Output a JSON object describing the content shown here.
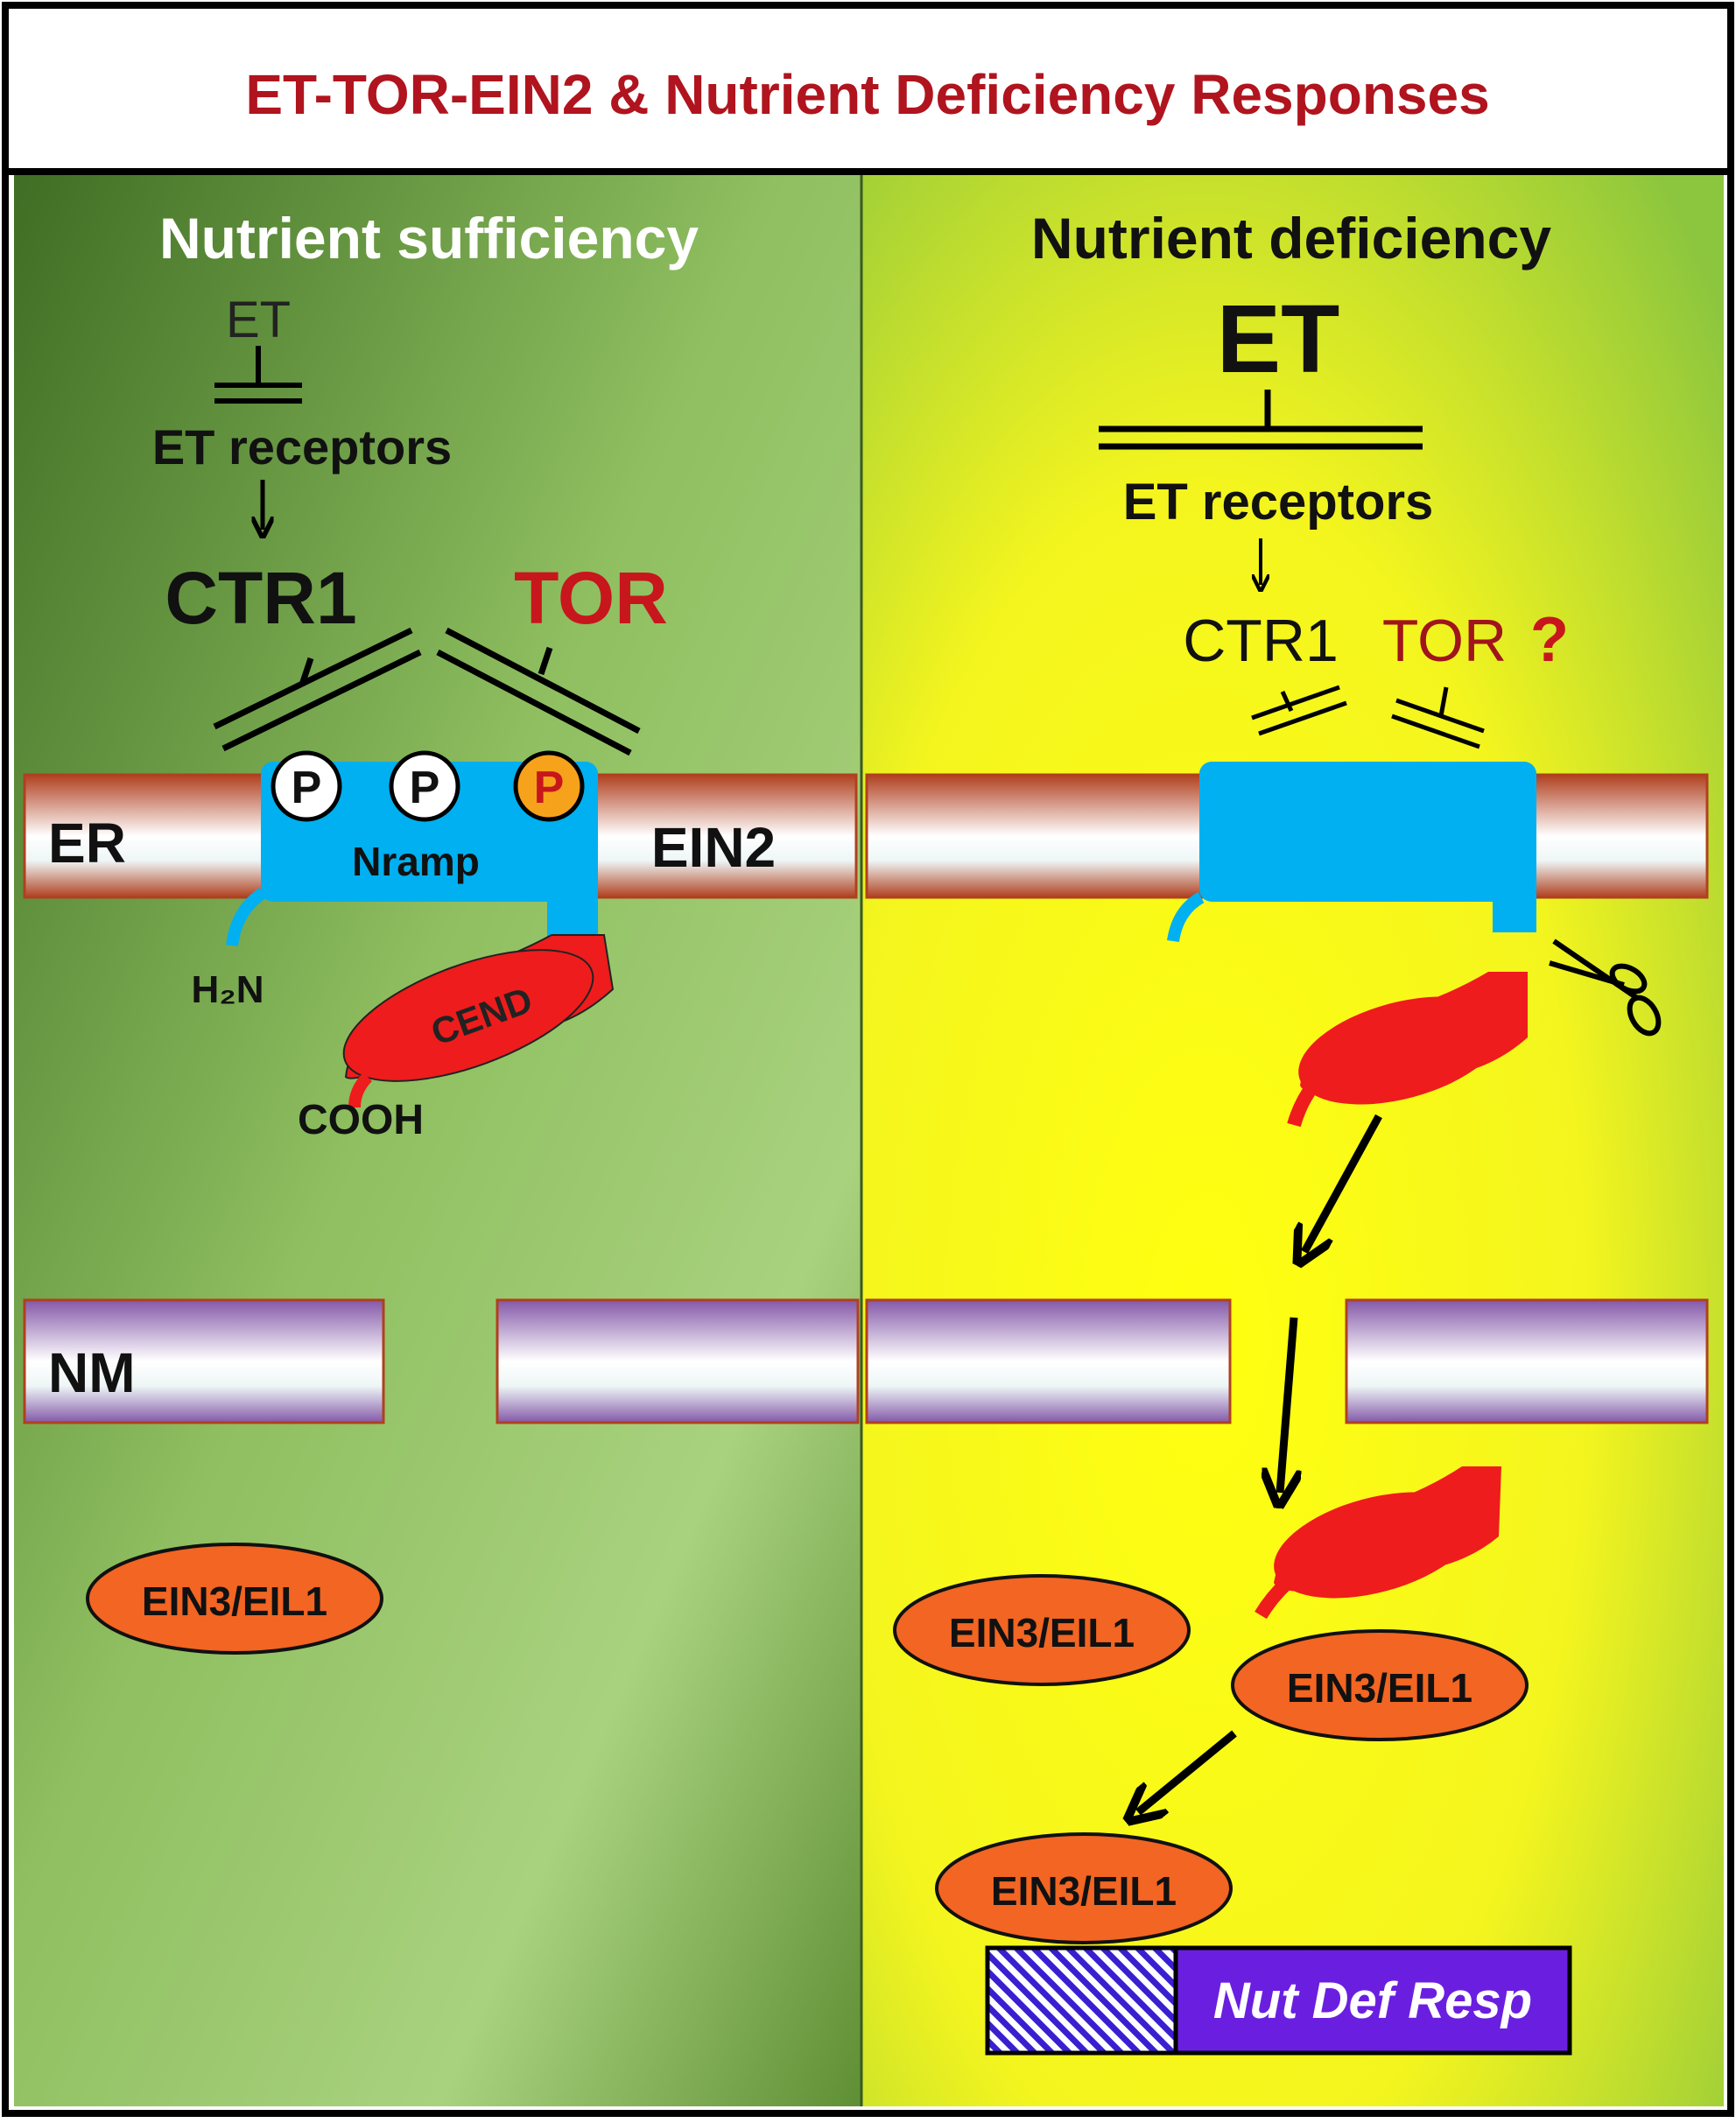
{
  "title": "ET-TOR-EIN2 & Nutrient Deficiency Responses",
  "colors": {
    "title_red": "#b0141e",
    "label_red": "#c8161d",
    "left_panel_dark": "#4f7d2a",
    "left_panel_light": "#a8d07e",
    "right_panel_yellow": "#ffff1a",
    "right_panel_green": "#8cc63e",
    "ein2_blue": "#00b0f0",
    "cend_red": "#ee1c1c",
    "ein3_orange": "#f26522",
    "phospho_orange": "#f7a21b",
    "nut_def_purple": "#6a1fe0",
    "er_brown": "#b5472a",
    "nm_purple": "#8a5ca8"
  },
  "left_panel": {
    "heading": "Nutrient sufficiency",
    "et": "ET",
    "et_receptors": "ET receptors",
    "ctr1": "CTR1",
    "tor": "TOR",
    "phospho": [
      "P",
      "P",
      "P"
    ],
    "er_label": "ER",
    "nramp_label": "Nramp",
    "ein2_label": "EIN2",
    "h2n_label": "H₂N",
    "cend_label": "CEND",
    "cooh_label": "COOH",
    "nm_label": "NM",
    "ein3": "EIN3/EIL1"
  },
  "right_panel": {
    "heading": "Nutrient deficiency",
    "et": "ET",
    "et_receptors": "ET receptors",
    "ctr1": "CTR1",
    "tor": "TOR",
    "question": "?",
    "ein3": [
      "EIN3/EIL1",
      "EIN3/EIL1",
      "EIN3/EIL1"
    ],
    "nut_def_resp": "Nut Def Resp"
  }
}
